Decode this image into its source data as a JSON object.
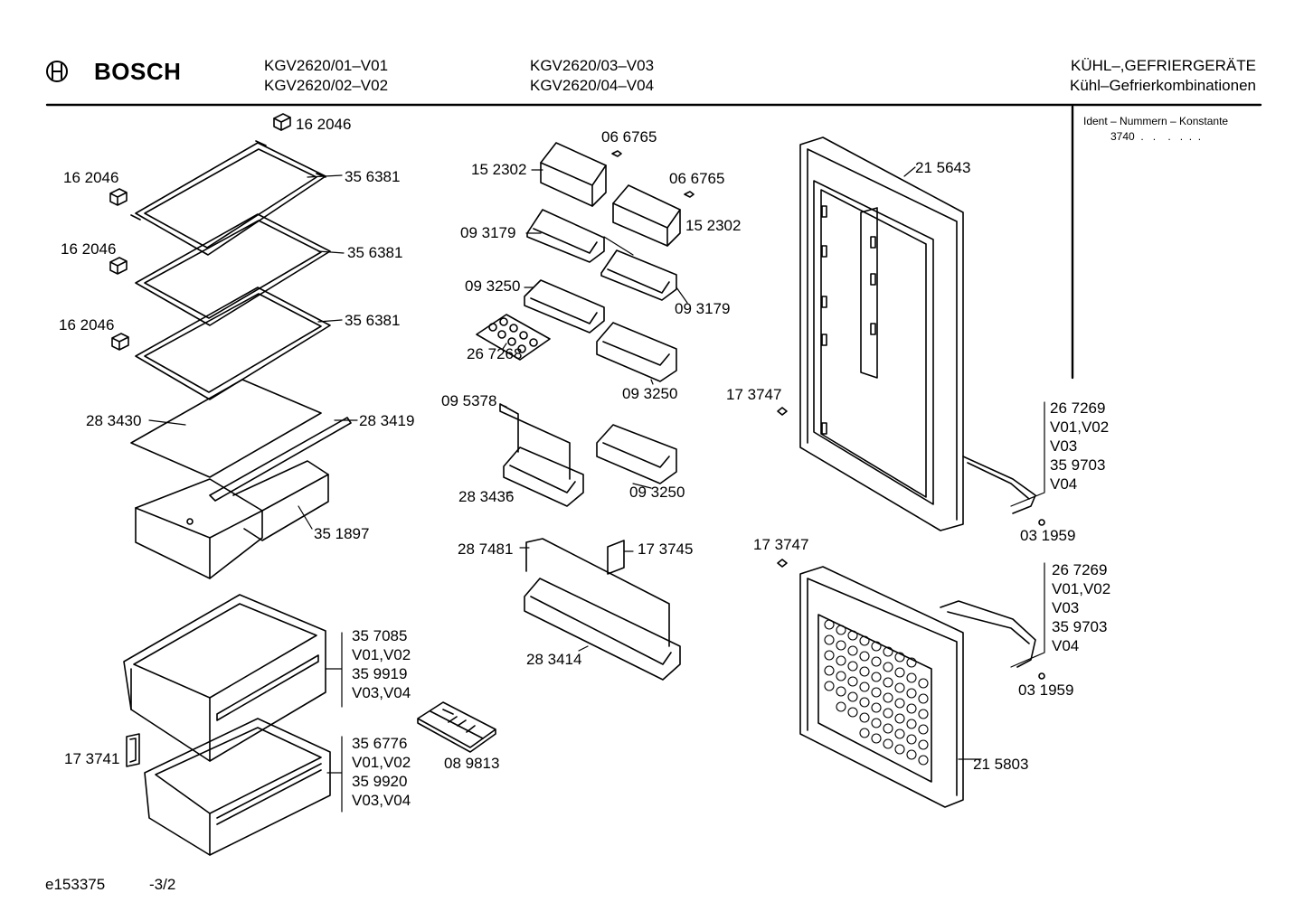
{
  "header": {
    "brand": "BOSCH",
    "models_left": [
      "KGV2620/01–V01",
      "KGV2620/02–V02"
    ],
    "models_mid": [
      "KGV2620/03–V03",
      "KGV2620/04–V04"
    ],
    "category": [
      "KÜHL–,GEFRIERGERÄTE",
      "Kühl–Gefrierkombinationen"
    ]
  },
  "sidebar": {
    "ident_title": "Ident – Nummern – Konstante",
    "ident_value": "3740  .   .    .   .  .  ."
  },
  "labels": {
    "p162046_top": "16 2046",
    "p162046_a": "16 2046",
    "p162046_b": "16 2046",
    "p162046_c": "16 2046",
    "p356381_a": "35 6381",
    "p356381_b": "35 6381",
    "p356381_c": "35 6381",
    "p283430": "28 3430",
    "p283419": "28 3419",
    "p351897": "35 1897",
    "p357085_group": [
      "35 7085",
      "V01,V02",
      "35 9919",
      "V03,V04"
    ],
    "p356776_group": [
      "35 6776",
      "V01,V02",
      "35 9920",
      "V03,V04"
    ],
    "p173741": "17 3741",
    "p066765_a": "06 6765",
    "p066765_b": "06 6765",
    "p152302_a": "15 2302",
    "p152302_b": "15 2302",
    "p093179_a": "09 3179",
    "p093179_b": "09 3179",
    "p093250_a": "09 3250",
    "p093250_b": "09 3250",
    "p093250_c": "09 3250",
    "p267268": "26 7268",
    "p095378": "09 5378",
    "p283436": "28 3436",
    "p287481": "28 7481",
    "p173745": "17 3745",
    "p283414": "28 3414",
    "p089813": "08 9813",
    "p215643": "21 5643",
    "p173747_a": "17 3747",
    "p173747_b": "17 3747",
    "p267269_group_a": [
      "26 7269",
      "V01,V02",
      "V03",
      "35 9703",
      "V04"
    ],
    "p267269_group_b": [
      "26 7269",
      "V01,V02",
      "V03",
      "35 9703",
      "V04"
    ],
    "p031959_a": "03 1959",
    "p031959_b": "03 1959",
    "p215803": "21 5803"
  },
  "footer": {
    "doc_id": "e153375",
    "page": "-3/2"
  }
}
